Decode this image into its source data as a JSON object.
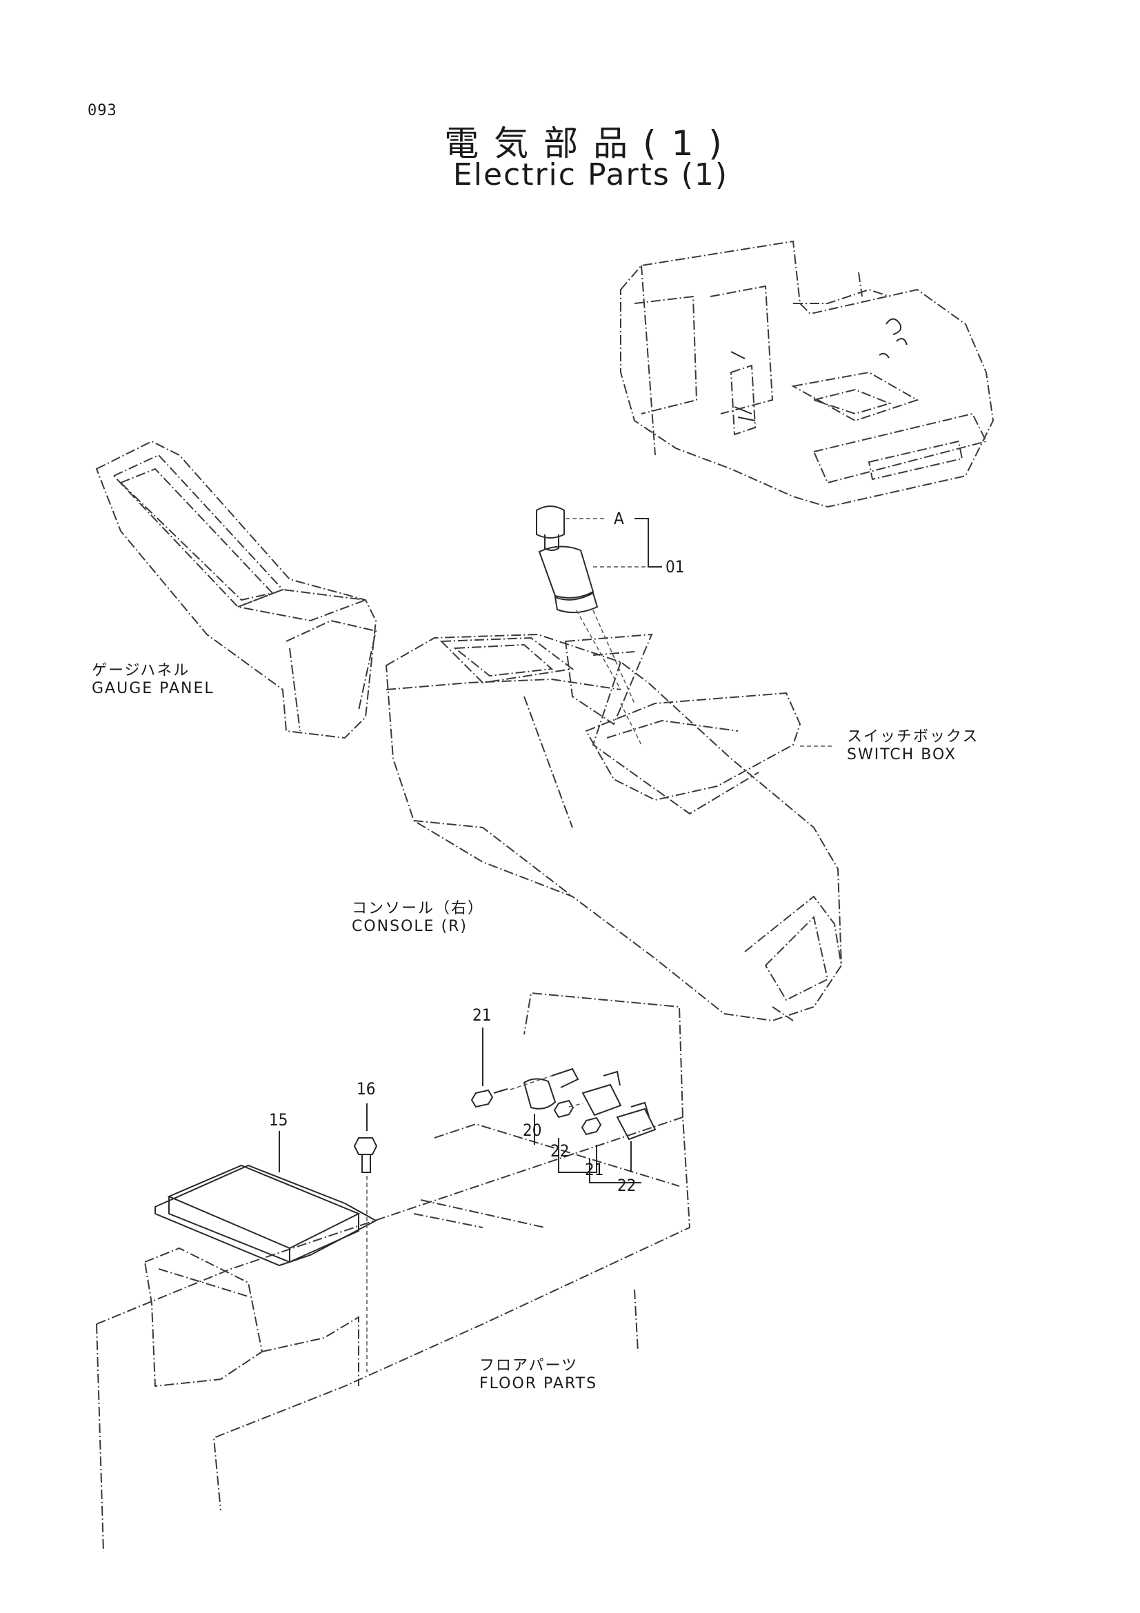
{
  "page_number": "093",
  "title": {
    "jp": "電気部品(1)",
    "en": "Electric Parts (1)"
  },
  "assemblies": {
    "gauge_panel": {
      "jp": "ゲージハネル",
      "en": "GAUGE PANEL"
    },
    "switch_box": {
      "jp": "スイッチボックス",
      "en": "SWITCH BOX"
    },
    "console": {
      "jp": "コンソール（右）",
      "en": "CONSOLE (R)"
    },
    "floor_parts": {
      "jp": "フロアパーツ",
      "en": "FLOOR PARTS"
    }
  },
  "callouts": {
    "key_switch_ref": "A",
    "p01": "01",
    "p15": "15",
    "p16": "16",
    "p20": "20",
    "p21_a": "21",
    "p21_b": "21",
    "p22_a": "22",
    "p22_b": "22"
  }
}
